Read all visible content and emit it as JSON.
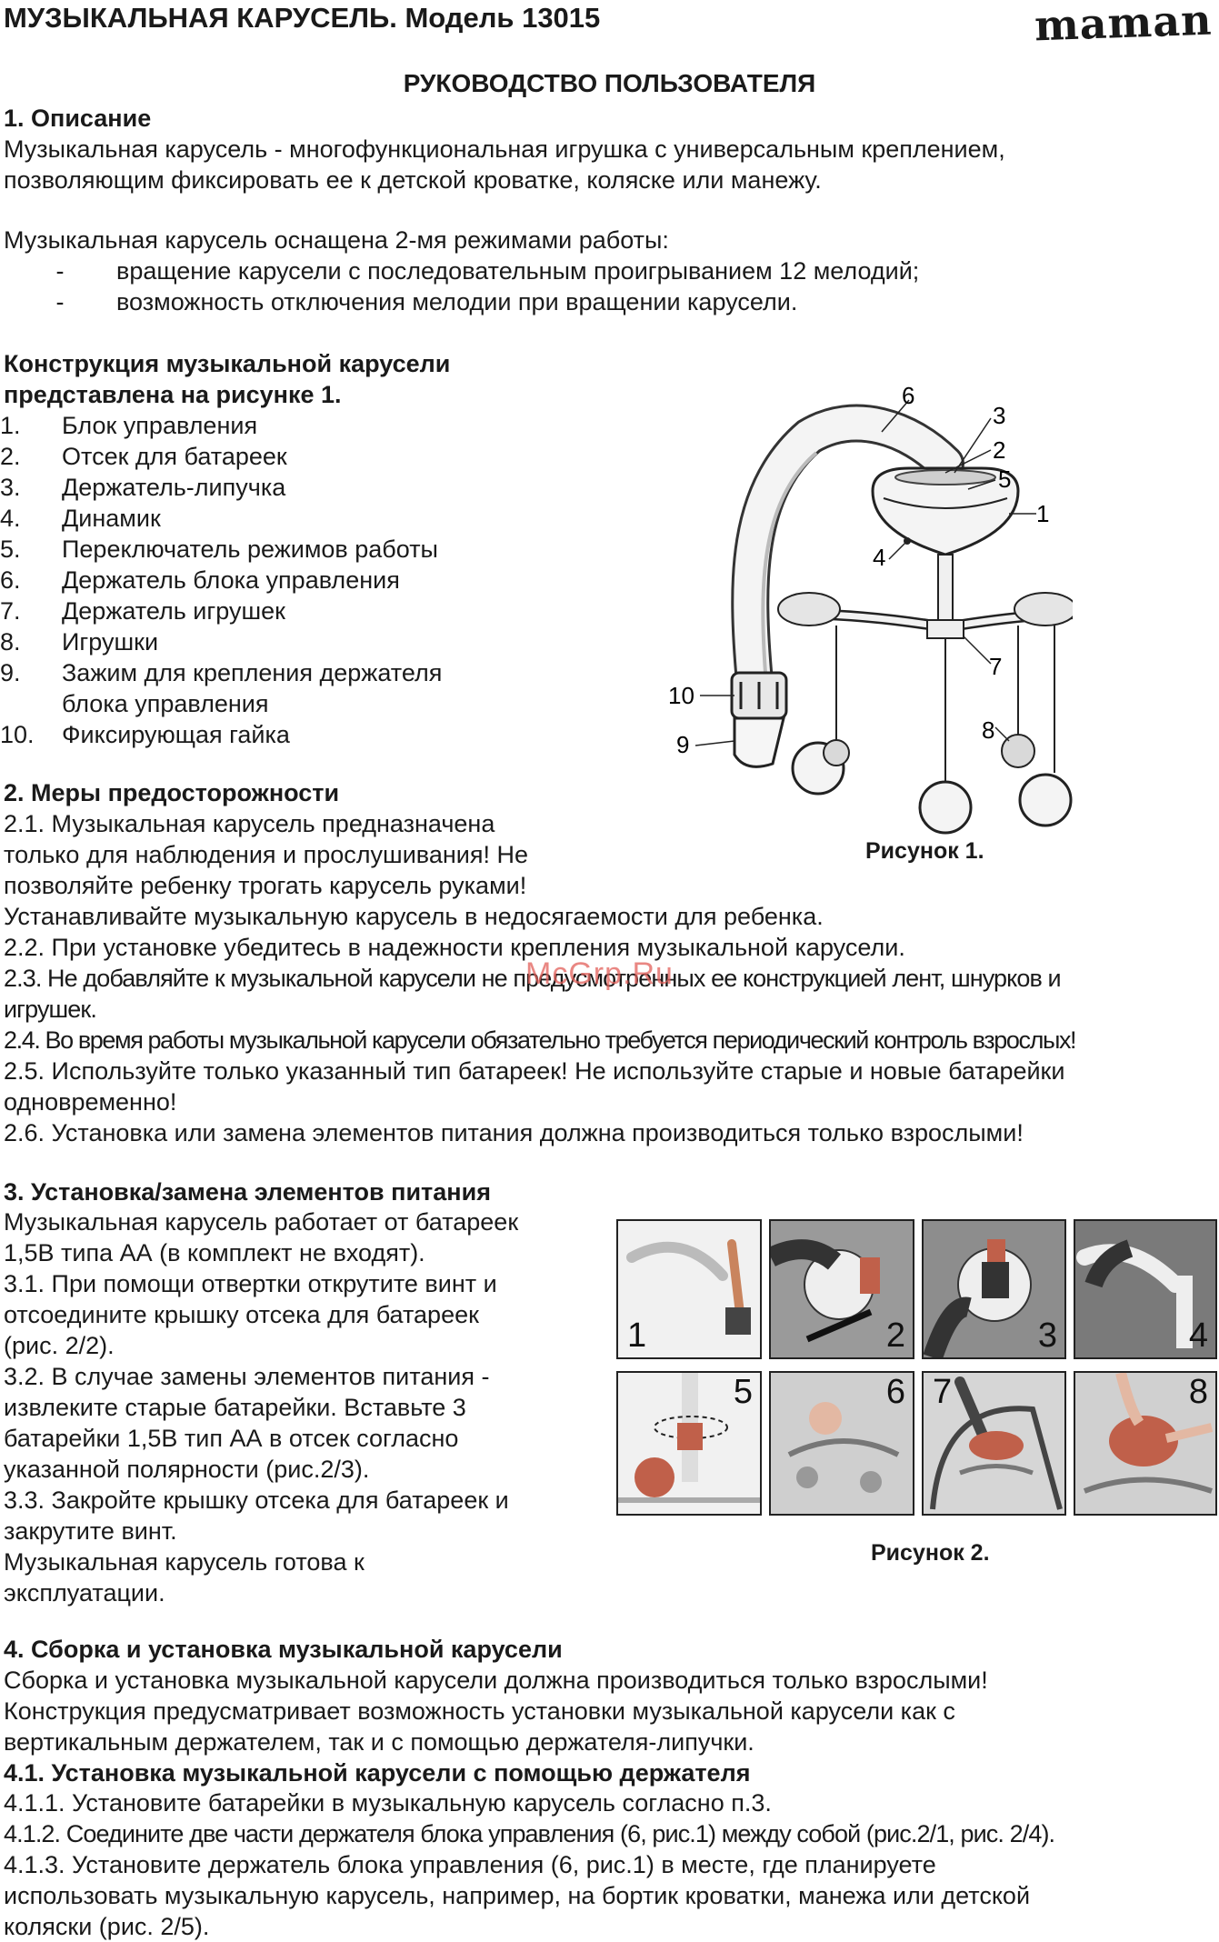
{
  "header": {
    "title": "МУЗЫКАЛЬНАЯ КАРУСЕЛЬ. Модель 13015",
    "logo": "maman"
  },
  "guide_title": "РУКОВОДСТВО ПОЛЬЗОВАТЕЛЯ",
  "s1": {
    "heading": "1. Описание",
    "p1": [
      "Музыкальная карусель - многофункциональная игрушка с универсальным креплением,",
      "позволяющим фиксировать ее к детской кроватке, коляске или манежу."
    ],
    "p2": "Музыкальная карусель оснащена 2-мя режимами работы:",
    "bullets": [
      {
        "dash": "-",
        "text": "вращение карусели с последовательным проигрыванием 12 мелодий;"
      },
      {
        "dash": "-",
        "text": "возможность отключения мелодии при вращении карусели."
      }
    ],
    "construction_heading": [
      "Конструкция музыкальной карусели",
      "представлена на рисунке 1."
    ],
    "parts": [
      {
        "n": "1.",
        "text": "Блок управления"
      },
      {
        "n": "2.",
        "text": "Отсек для батареек"
      },
      {
        "n": "3.",
        "text": "Держатель-липучка"
      },
      {
        "n": "4.",
        "text": "Динамик"
      },
      {
        "n": "5.",
        "text": "Переключатель режимов работы"
      },
      {
        "n": "6.",
        "text": "Держатель блока управления"
      },
      {
        "n": "7.",
        "text": "Держатель игрушек"
      },
      {
        "n": "8.",
        "text": "Игрушки"
      },
      {
        "n": "9.",
        "text": "Зажим для крепления держателя"
      },
      {
        "n": "",
        "text": "блока управления"
      },
      {
        "n": "10.",
        "text": "Фиксирующая гайка"
      }
    ]
  },
  "figure1": {
    "caption": "Рисунок 1.",
    "callouts": [
      "1",
      "2",
      "3",
      "4",
      "5",
      "6",
      "7",
      "8",
      "9",
      "10"
    ]
  },
  "s2": {
    "heading": "2. Меры предосторожности",
    "lines": [
      "2.1. Музыкальная карусель предназначена",
      "только для наблюдения и прослушивания! Не",
      "позволяйте ребенку трогать карусель руками!",
      "Устанавливайте музыкальную карусель в недосягаемости для ребенка.",
      "2.2. При установке убедитесь в надежности крепления музыкальной карусели.",
      "2.3. Не добавляйте к музыкальной карусели не предусмотренных ее конструкцией лент, шнурков и",
      "игрушек.",
      "2.4. Во время работы музыкальной карусели обязательно требуется периодический контроль взрослых!",
      "2.5. Используйте только указанный тип батареек! Не используйте старые и новые батарейки",
      "одновременно!",
      "2.6. Установка или замена элементов питания должна производиться только взрослыми!"
    ]
  },
  "watermark": "McGrp.Ru",
  "s3": {
    "heading": "3. Установка/замена элементов питания",
    "lines": [
      "Музыкальная карусель работает от батареек",
      "1,5В типа АА (в комплект не входят).",
      "3.1. При помощи отвертки открутите винт и",
      "отсоедините крышку отсека для батареек",
      "(рис. 2/2).",
      "3.2. В случае замены элементов питания -",
      "извлеките старые батарейки. Вставьте 3",
      "батарейки 1,5В тип АА в отсек согласно",
      "указанной полярности (рис.2/3).",
      "3.3. Закройте крышку отсека для батареек и",
      "закрутите винт.",
      "Музыкальная карусель готова к",
      "эксплуатации."
    ]
  },
  "figure2": {
    "caption": "Рисунок 2.",
    "panels": [
      "1",
      "2",
      "3",
      "4",
      "5",
      "6",
      "7",
      "8"
    ]
  },
  "s4": {
    "heading": "4. Сборка и установка музыкальной карусели",
    "lines": [
      "Сборка и установка музыкальной карусели должна производиться только взрослыми!",
      "Конструкция предусматривает возможность установки музыкальной карусели как с",
      "вертикальным держателем, так и с помощью держателя-липучки."
    ],
    "sub_heading": "4.1. Установка музыкальной карусели с помощью держателя",
    "sub_lines": [
      "4.1.1. Установите батарейки в музыкальную карусель согласно п.3.",
      "4.1.2. Соедините две части держателя блока управления (6, рис.1) между собой (рис.2/1, рис. 2/4).",
      "4.1.3. Установите держатель блока управления (6, рис.1) в месте, где планируете",
      "использовать музыкальную карусель, например, на бортик кроватки, манежа или детской",
      "коляски (рис. 2/5)."
    ]
  }
}
